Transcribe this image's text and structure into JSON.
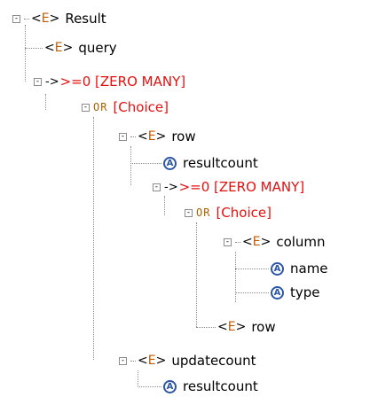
{
  "icons": {
    "expand_glyph": "-",
    "element_lt": "<",
    "element_e": "E",
    "element_gt": ">",
    "attribute_glyph": "A",
    "arrow_glyph": "->",
    "or_glyph": "OR"
  },
  "tree": {
    "result": "Result",
    "query": "query",
    "zero_many_1": ">=0 [ZERO MANY]",
    "choice_1": "[Choice]",
    "row": "row",
    "resultcount_1": "resultcount",
    "zero_many_2": ">=0 [ZERO MANY]",
    "choice_2": "[Choice]",
    "column": "column",
    "name": "name",
    "type": "type",
    "row_ref": "row",
    "updatecount": "updatecount",
    "resultcount_2": "resultcount"
  }
}
